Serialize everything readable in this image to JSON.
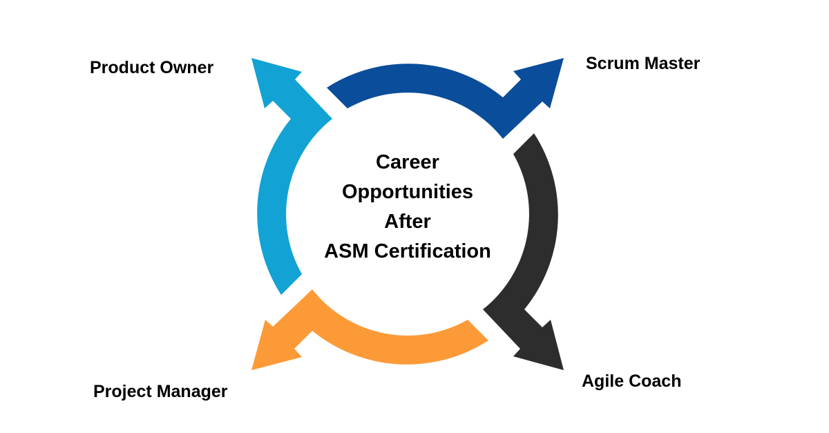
{
  "center": {
    "lines": [
      "Career",
      "Opportunities",
      "After",
      "ASM Certification"
    ]
  },
  "labels": {
    "product_owner": "Product Owner",
    "scrum_master": "Scrum Master",
    "agile_coach": "Agile Coach",
    "project_manager": "Project Manager"
  },
  "colors": {
    "scrum_master": "#0a4d9a",
    "product_owner": "#12a2d4",
    "agile_coach": "#2d2d2d",
    "project_manager": "#fd9a38"
  }
}
